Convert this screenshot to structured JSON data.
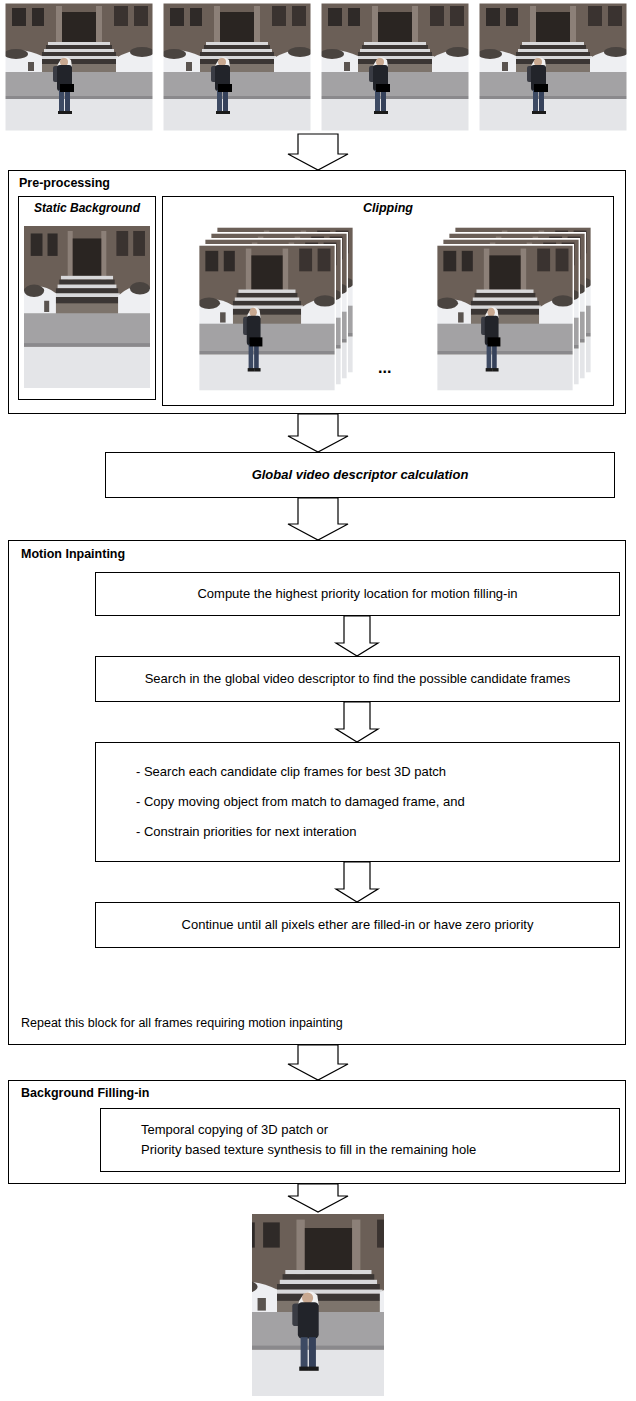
{
  "diagram": {
    "nodes": [
      {
        "text": [
          "Pre-processing"
        ]
      },
      {
        "text": [
          "Static Background"
        ],
        "in": 0
      },
      {
        "text": [
          "Clipping"
        ],
        "in": 0
      },
      {
        "text": [
          "Global video descriptor calculation"
        ]
      },
      {
        "text": [
          "Motion Inpainting",
          "Repeat this block for all frames requiring motion inpainting"
        ]
      },
      {
        "text": [
          "Compute the highest priority location for motion filling-in"
        ],
        "in": 4
      },
      {
        "text": [
          "Search in the global video descriptor to find the possible candidate frames"
        ],
        "in": 4
      },
      {
        "text": [
          "- Search each candidate clip frames for best 3D patch",
          "- Copy moving object from match to damaged frame, and",
          "- Constrain priorities for next interation"
        ],
        "in": 4
      },
      {
        "text": [
          "Continue until all pixels ether are filled-in or have zero priority"
        ],
        "in": 4
      },
      {
        "text": [
          "Background Filling-in"
        ]
      },
      {
        "text": [
          "Temporal copying of 3D patch or",
          "Priority based texture synthesis to fill in the remaining hole"
        ],
        "in": 9
      }
    ],
    "edges": [
      {
        "from": 0,
        "to": 3,
        "arrow": "to"
      },
      {
        "from": 3,
        "to": 4,
        "arrow": "to"
      },
      {
        "from": 5,
        "to": 6,
        "arrow": "to"
      },
      {
        "from": 6,
        "to": 7,
        "arrow": "to"
      },
      {
        "from": 7,
        "to": 8,
        "arrow": "to"
      },
      {
        "from": 4,
        "to": 9,
        "arrow": "to"
      }
    ],
    "labels": [
      "..."
    ]
  }
}
